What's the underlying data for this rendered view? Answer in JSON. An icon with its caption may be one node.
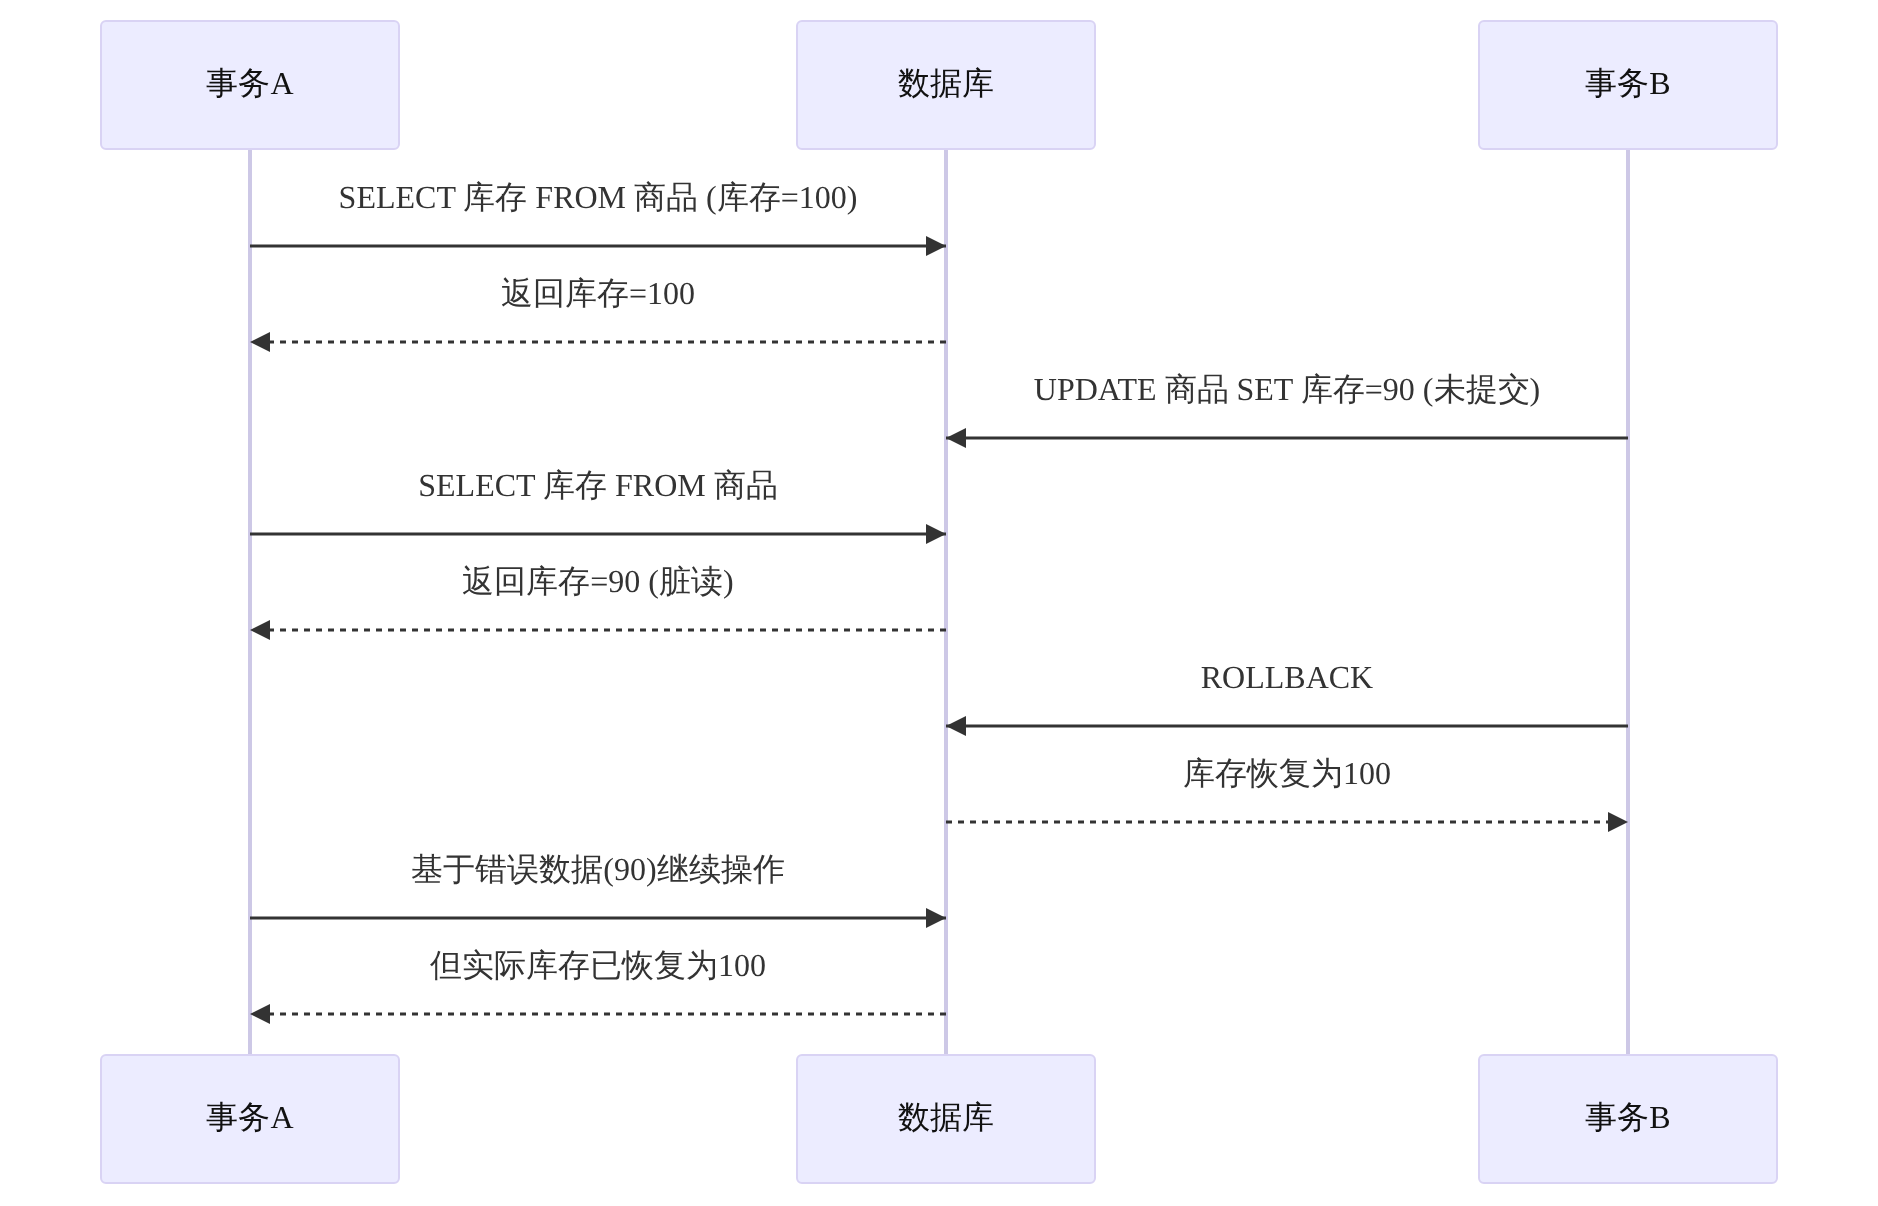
{
  "diagram": {
    "nodes": [
      {
        "text": [
          "事务A"
        ]
      },
      {
        "text": [
          "数据库"
        ]
      },
      {
        "text": [
          "事务B"
        ]
      },
      {
        "text": [],
        "shape": "line"
      },
      {
        "text": [],
        "shape": "line"
      },
      {
        "text": [],
        "shape": "line"
      },
      {
        "text": [
          "事务A"
        ]
      },
      {
        "text": [
          "数据库"
        ]
      },
      {
        "text": [
          "事务B"
        ]
      }
    ],
    "edges": [
      {
        "from": 3,
        "to": 4,
        "arrow": "to",
        "label": "SELECT 库存 FROM 商品 (库存=100)"
      },
      {
        "from": 4,
        "to": 3,
        "arrow": "to",
        "label": "返回库存=100",
        "style": "dashed"
      },
      {
        "from": 5,
        "to": 4,
        "arrow": "to",
        "label": "UPDATE 商品 SET 库存=90 (未提交)"
      },
      {
        "from": 3,
        "to": 4,
        "arrow": "to",
        "label": "SELECT 库存 FROM 商品"
      },
      {
        "from": 4,
        "to": 3,
        "arrow": "to",
        "label": "返回库存=90 (脏读)",
        "style": "dashed"
      },
      {
        "from": 5,
        "to": 4,
        "arrow": "to",
        "label": "ROLLBACK"
      },
      {
        "from": 4,
        "to": 5,
        "arrow": "to",
        "label": "库存恢复为100",
        "style": "dashed"
      },
      {
        "from": 3,
        "to": 4,
        "arrow": "to",
        "label": "基于错误数据(90)继续操作"
      },
      {
        "from": 4,
        "to": 3,
        "arrow": "to",
        "label": "但实际库存已恢复为100",
        "style": "dashed"
      }
    ]
  }
}
